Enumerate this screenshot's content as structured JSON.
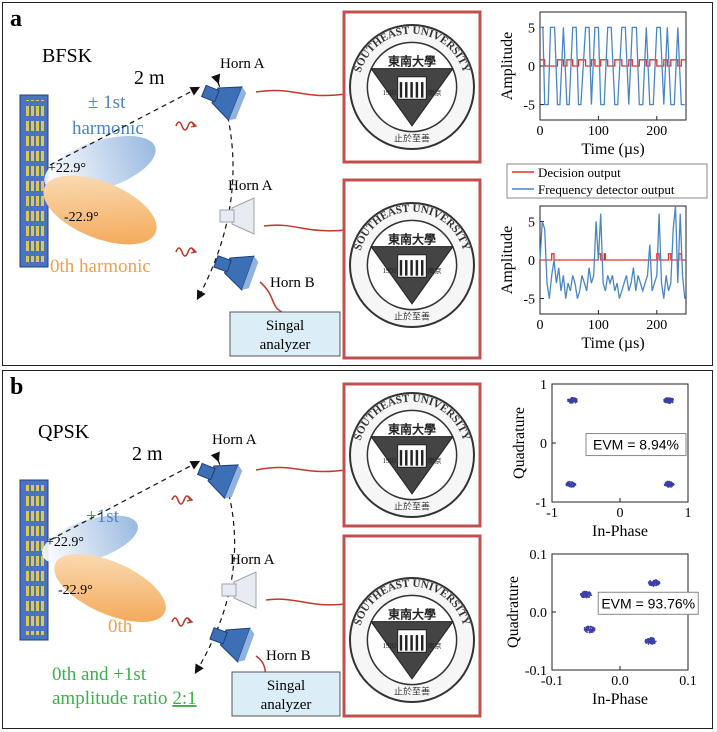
{
  "colors": {
    "blue_text": "#4a86c5",
    "orange_text": "#f0a04b",
    "green_text": "#3bb04a",
    "red_frame": "#c0504d",
    "cable": "#c0392b",
    "line_blue": "#4a86c5",
    "line_red": "#e8302a",
    "scatter": "#3b3fa8",
    "box_fill": "#dbeef7",
    "horn_blue": "#3d6fb6"
  },
  "panel_a": {
    "label": "a",
    "scheme": "BFSK",
    "distance": "2 m",
    "horn_a_top": "Horn A",
    "horn_a_mid": "Horn A",
    "horn_b": "Horn B",
    "harmonic_1_line1": "± 1st",
    "harmonic_1_line2": "harmonic",
    "angle_plus": "+22.9°",
    "angle_minus": "-22.9°",
    "harmonic_0": "0th harmonic",
    "analyzer_line1": "Singal",
    "analyzer_line2": "analyzer",
    "legend": [
      "Decision output",
      "Frequency detector output"
    ]
  },
  "panel_b": {
    "label": "b",
    "scheme": "QPSK",
    "distance": "2 m",
    "horn_a_top": "Horn A",
    "horn_a_mid": "Horn A",
    "horn_b": "Horn B",
    "harmonic_1": "+1st",
    "angle_plus": "+22.9°",
    "angle_minus": "-22.9°",
    "harmonic_0": "0th",
    "ratio_line1": "0th and +1st",
    "ratio_line2_prefix": "amplitude ratio ",
    "ratio_value": "2:1",
    "analyzer_line1": "Singal",
    "analyzer_line2": "analyzer"
  },
  "logo": {
    "arc_text": "SOUTHEAST UNIVERSITY",
    "chinese_name": "東南大學",
    "year": "1902",
    "city": "南京",
    "motto": "止於至善"
  },
  "chart_data": [
    {
      "type": "line",
      "title": "",
      "xlabel": "Time (µs)",
      "ylabel": "Amplitude",
      "xlim": [
        0,
        250
      ],
      "ylim": [
        -7,
        7
      ],
      "xticks": [
        0,
        100,
        200
      ],
      "yticks": [
        -5,
        0,
        5
      ],
      "series": [
        {
          "name": "Frequency detector output",
          "color": "#4a86c5",
          "x": [
            0,
            5,
            8,
            14,
            18,
            25,
            30,
            34,
            40,
            46,
            50,
            56,
            62,
            66,
            70,
            78,
            84,
            88,
            94,
            100,
            104,
            110,
            116,
            122,
            128,
            133,
            140,
            146,
            152,
            158,
            165,
            170,
            176,
            182,
            188,
            194,
            200,
            206,
            212,
            218,
            224,
            230,
            236,
            242,
            248
          ],
          "y": [
            5,
            5,
            -5,
            -5,
            5,
            5,
            -5,
            -5,
            5,
            -5,
            -5,
            5,
            5,
            -5,
            -5,
            5,
            5,
            -5,
            5,
            5,
            -5,
            -5,
            5,
            5,
            -5,
            -5,
            5,
            5,
            -5,
            5,
            5,
            -5,
            -5,
            5,
            -5,
            -5,
            5,
            5,
            -5,
            5,
            -5,
            -5,
            5,
            -5,
            -5
          ]
        },
        {
          "name": "Decision output",
          "color": "#e8302a",
          "x": [
            0,
            8,
            8,
            30,
            30,
            40,
            40,
            46,
            46,
            56,
            56,
            66,
            66,
            78,
            78,
            88,
            88,
            94,
            94,
            104,
            104,
            116,
            116,
            128,
            128,
            140,
            140,
            152,
            152,
            158,
            158,
            170,
            170,
            182,
            182,
            188,
            188,
            200,
            200,
            212,
            212,
            218,
            218,
            224,
            224,
            236,
            236,
            242,
            242,
            250
          ],
          "y": [
            0.8,
            0.8,
            0,
            0,
            0.8,
            0.8,
            0,
            0,
            0.8,
            0.8,
            0,
            0,
            0.8,
            0.8,
            0,
            0,
            0.8,
            0.8,
            0,
            0,
            0.8,
            0.8,
            0,
            0,
            0.8,
            0.8,
            0,
            0,
            0.8,
            0.8,
            0,
            0,
            0.8,
            0.8,
            0,
            0,
            0.8,
            0.8,
            0,
            0,
            0.8,
            0.8,
            0,
            0,
            0.8,
            0.8,
            0,
            0,
            0.8,
            0.8
          ]
        }
      ]
    },
    {
      "type": "line",
      "title": "",
      "xlabel": "Time (µs)",
      "ylabel": "Amplitude",
      "xlim": [
        0,
        250
      ],
      "ylim": [
        -7,
        7
      ],
      "xticks": [
        0,
        100,
        200
      ],
      "yticks": [
        -5,
        0,
        5
      ],
      "series": [
        {
          "name": "Frequency detector output",
          "color": "#4a86c5",
          "x": [
            0,
            4,
            8,
            12,
            16,
            20,
            24,
            28,
            32,
            36,
            40,
            44,
            48,
            52,
            56,
            60,
            64,
            68,
            72,
            76,
            80,
            84,
            88,
            92,
            96,
            100,
            104,
            108,
            112,
            116,
            120,
            124,
            128,
            132,
            136,
            140,
            144,
            148,
            152,
            156,
            160,
            164,
            168,
            172,
            176,
            180,
            184,
            188,
            192,
            196,
            200,
            204,
            208,
            212,
            216,
            220,
            224,
            228,
            232,
            236,
            240,
            244,
            248
          ],
          "y": [
            0,
            5,
            4,
            -3,
            -5,
            -2,
            0,
            -3,
            -1,
            -4,
            -2,
            -5,
            -3,
            -4,
            -2,
            -3,
            -5,
            -4,
            -2,
            -3,
            -4,
            -1,
            -3,
            -2,
            5,
            0,
            6,
            -3,
            -4,
            -2,
            -3,
            -2,
            -4,
            -3,
            -5,
            -4,
            -3,
            -2,
            -4,
            -3,
            -1,
            -4,
            -2,
            -3,
            -4,
            -3,
            -2,
            2,
            -4,
            -3,
            -2,
            6,
            -3,
            -5,
            -2,
            -4,
            -3,
            4,
            7,
            -3,
            6,
            -2,
            -5
          ]
        },
        {
          "name": "Decision output",
          "color": "#e8302a",
          "x": [
            0,
            20,
            20,
            24,
            24,
            100,
            100,
            104,
            104,
            110,
            110,
            112,
            112,
            200,
            200,
            204,
            204,
            220,
            220,
            224,
            224,
            238,
            238,
            242,
            242,
            250
          ],
          "y": [
            0,
            0,
            0.8,
            0.8,
            0,
            0,
            0.8,
            0.8,
            0,
            0,
            0.8,
            0.8,
            0,
            0,
            0.8,
            0.8,
            0,
            0,
            0.8,
            0.8,
            0,
            0,
            0.8,
            0.8,
            0,
            0
          ]
        }
      ]
    },
    {
      "type": "scatter",
      "title": "",
      "xlabel": "In-Phase",
      "ylabel": "Quadrature",
      "xlim": [
        -1,
        1
      ],
      "ylim": [
        -1,
        1
      ],
      "xticks": [
        -1,
        0,
        1
      ],
      "yticks": [
        -1,
        0,
        1
      ],
      "annotation": "EVM = 8.94%",
      "clusters": [
        {
          "x": -0.7,
          "y": 0.72
        },
        {
          "x": 0.72,
          "y": 0.72
        },
        {
          "x": -0.72,
          "y": -0.7
        },
        {
          "x": 0.72,
          "y": -0.7
        }
      ],
      "spread": 0.06
    },
    {
      "type": "scatter",
      "title": "",
      "xlabel": "In-Phase",
      "ylabel": "Quadrature",
      "xlim": [
        -0.1,
        0.1
      ],
      "ylim": [
        -0.1,
        0.1
      ],
      "xticks": [
        -0.1,
        0.0,
        0.1
      ],
      "yticks": [
        -0.1,
        0.0,
        0.1
      ],
      "annotation": "EVM = 93.76%",
      "clusters": [
        {
          "x": -0.05,
          "y": 0.03
        },
        {
          "x": 0.05,
          "y": 0.05
        },
        {
          "x": -0.045,
          "y": -0.03
        },
        {
          "x": 0.045,
          "y": -0.05
        }
      ],
      "spread": 0.007
    }
  ]
}
